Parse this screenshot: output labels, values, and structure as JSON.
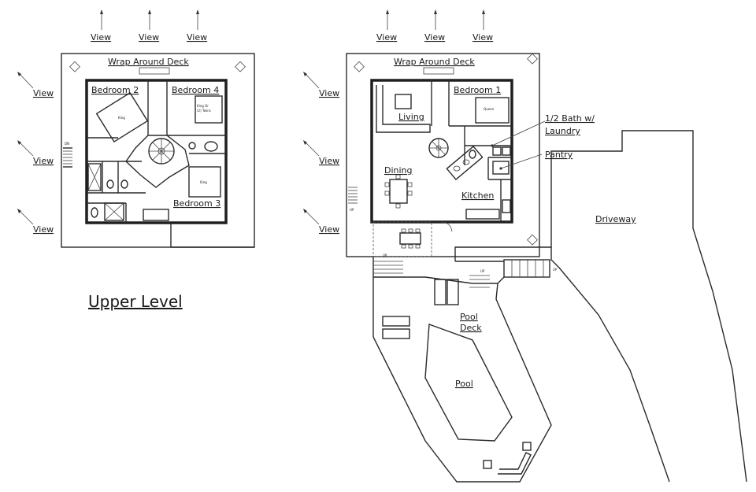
{
  "labels": {
    "view": "View",
    "wrap_around_deck": "Wrap Around Deck",
    "bedroom_1": "Bedroom 1",
    "bedroom_2": "Bedroom 2",
    "bedroom_3": "Bedroom 3",
    "bedroom_4": "Bedroom 4",
    "living": "Living",
    "dining": "Dining",
    "kitchen": "Kitchen",
    "half_bath_line1": "1/2 Bath w/",
    "half_bath_line2": "Laundry",
    "pantry": "Pantry",
    "driveway": "Driveway",
    "pool_deck_line1": "Pool",
    "pool_deck_line2": "Deck",
    "pool": "Pool",
    "upper_level": "Upper Level",
    "king": "King",
    "queen": "Queen",
    "king_or_twins_line1": "King Or",
    "king_or_twins_line2": "(2) Twins",
    "up": "UP",
    "dn": "DN"
  },
  "colors": {
    "line": "#2a2a2a",
    "background": "#ffffff",
    "text": "#1a1a1a"
  }
}
